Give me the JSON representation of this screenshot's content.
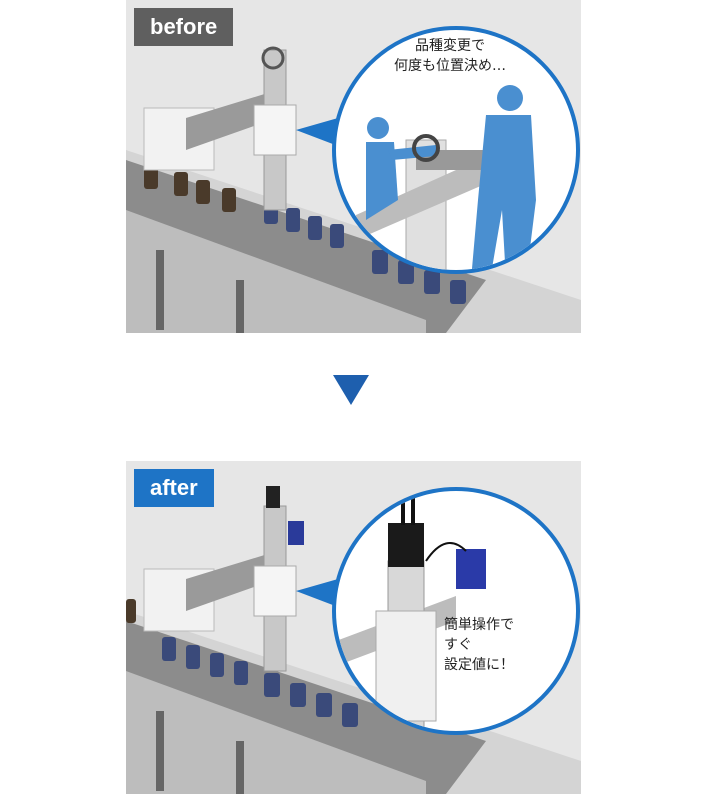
{
  "before": {
    "tag": "before",
    "bubble_lines": [
      "品種変更で",
      "何度も位置決め…"
    ]
  },
  "after": {
    "tag": "after",
    "bubble_lines": [
      "簡単操作で",
      "すぐ",
      "設定値に！"
    ]
  },
  "colors": {
    "before_tag": "#5f5f5f",
    "after_tag": "#1e74c6",
    "callout_ring": "#1e74c6",
    "arrow": "#1e5fae",
    "figure": "#4a8fd0"
  }
}
